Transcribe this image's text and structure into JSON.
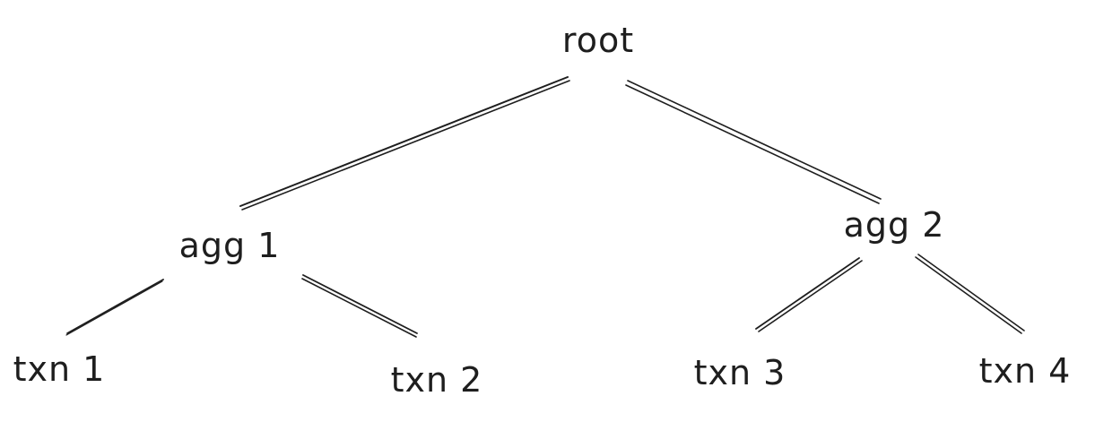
{
  "diagram": {
    "type": "tree",
    "nodes": [
      {
        "id": "root",
        "label": "root"
      },
      {
        "id": "agg1",
        "label": "agg 1"
      },
      {
        "id": "agg2",
        "label": "agg 2"
      },
      {
        "id": "txn1",
        "label": "txn 1"
      },
      {
        "id": "txn2",
        "label": "txn 2"
      },
      {
        "id": "txn3",
        "label": "txn 3"
      },
      {
        "id": "txn4",
        "label": "txn 4"
      }
    ],
    "edges": [
      {
        "from": "root",
        "to": "agg1"
      },
      {
        "from": "root",
        "to": "agg2"
      },
      {
        "from": "agg1",
        "to": "txn1"
      },
      {
        "from": "agg1",
        "to": "txn2"
      },
      {
        "from": "agg2",
        "to": "txn3"
      },
      {
        "from": "agg2",
        "to": "txn4"
      }
    ],
    "colors": {
      "ink": "#1e1e1e",
      "background": "#ffffff"
    }
  }
}
